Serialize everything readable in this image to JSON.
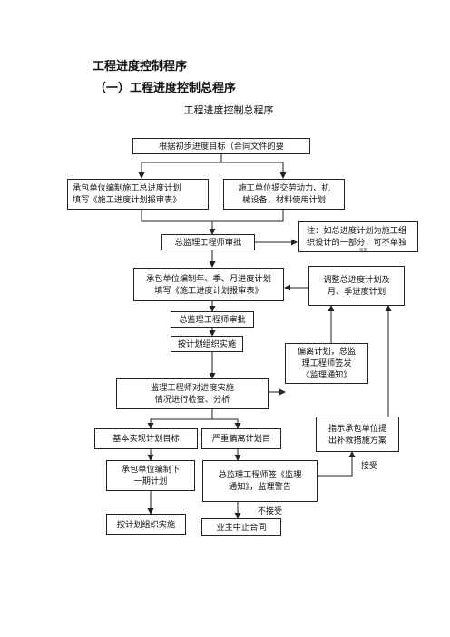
{
  "heading": "工程进度控制程序",
  "subheading": "（一）工程进度控制总程序",
  "chart_caption": "工程进度控制总程序",
  "boxes": {
    "b1": [
      "根据初步进度目标（合同文件的要"
    ],
    "b2": [
      "承包单位编制施工总进度计划",
      "填写《施工进度计划报审表》"
    ],
    "b3": [
      "施工单位提交劳动力、机",
      "械设备、材料使用计划"
    ],
    "b4": [
      "总监理工程师审批"
    ],
    "note": [
      "注：如总进度计划为施工组",
      "织设计的一部分，可不单独"
    ],
    "note_tiny": "报审",
    "b5": [
      "承包单位编制年、季、月进度计划",
      "填写《施工进度计划报审表》"
    ],
    "b6": [
      "调整总进度计划及",
      "月、季进度计划"
    ],
    "b7": [
      "总监理工程师审批"
    ],
    "b8": [
      "按计划组织实施"
    ],
    "b9": [
      "监理工程师对进度实施",
      "情况进行检查、分析"
    ],
    "b10": [
      "偏离计划，总监",
      "理工程师签发",
      "《监理通知》"
    ],
    "b11": [
      "指示承包单位提",
      "出补救措施方案"
    ],
    "b12": [
      "基本实现计划目标"
    ],
    "b13": [
      "严重偏离计划目"
    ],
    "b14": [
      "承包单位编制下",
      "一期计划"
    ],
    "b15": [
      "总监理工程师签《监理",
      "通知》，监理警告"
    ],
    "b16": [
      "按计划组织实施"
    ],
    "b17": [
      "业主中止合同"
    ]
  },
  "labels": {
    "accept": "接受",
    "reject": "不接受"
  }
}
